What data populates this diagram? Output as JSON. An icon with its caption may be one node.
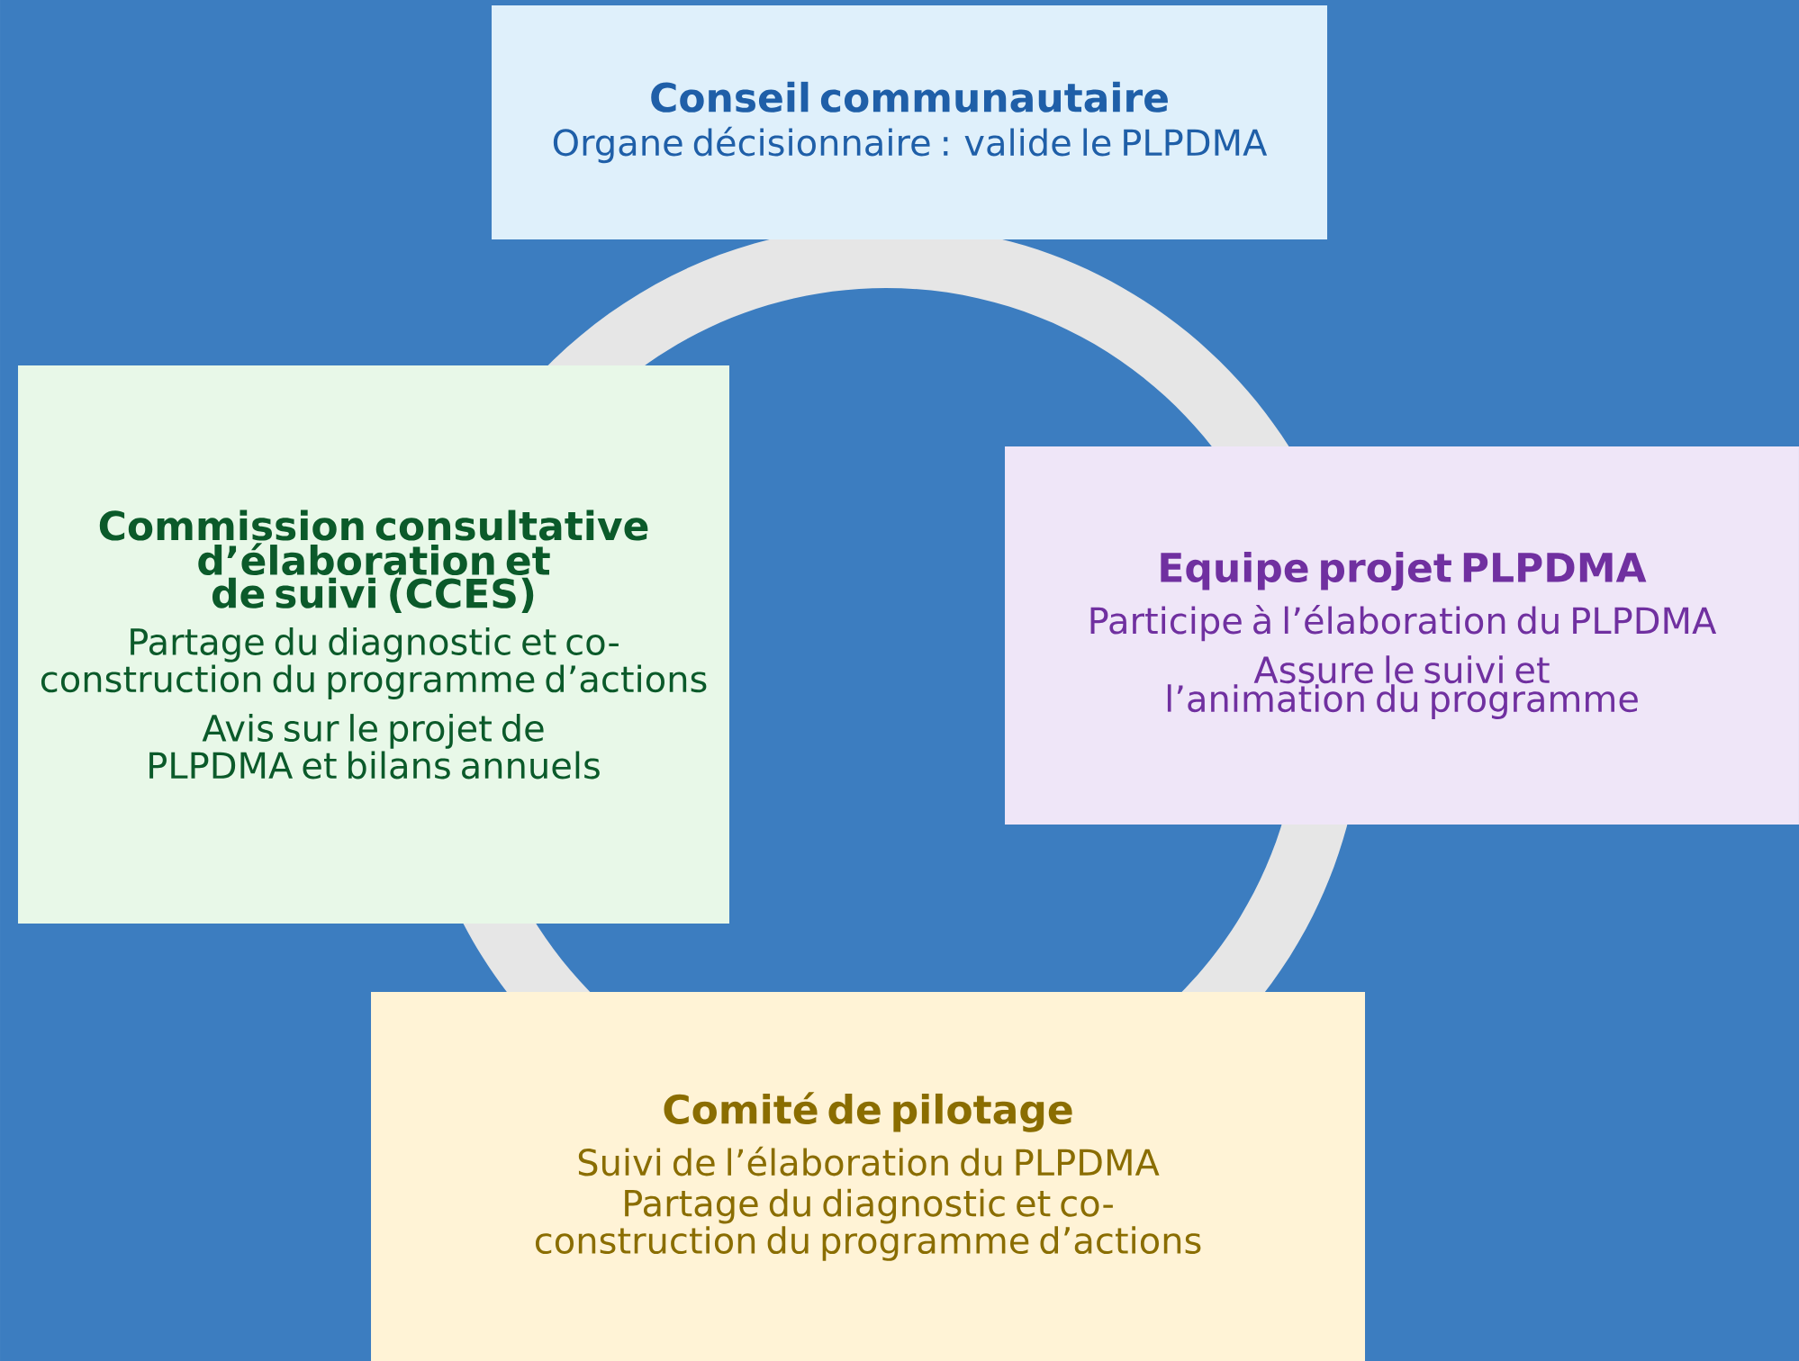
{
  "diagram": {
    "nodes": [
      {
        "text": [
          "Conseil communautaire",
          "Organe décisionnaire : valide le PLPDMA"
        ]
      },
      {
        "text": [
          "Commission consultative d’élaboration et de suivi (CCES)",
          "Partage du diagnostic et co-construction du programme d’actions",
          "Avis sur le projet de PLPDMA et bilans annuels"
        ]
      },
      {
        "text": [
          "Equipe projet PLPDMA",
          "Participe à l’élaboration du PLPDMA",
          "Assure le suivi et l’animation du programme"
        ]
      },
      {
        "text": [
          "Comité de pilotage",
          "Suivi de l’élaboration du PLPDMA",
          "Partage du diagnostic et co-construction du programme d’actions"
        ]
      }
    ]
  }
}
